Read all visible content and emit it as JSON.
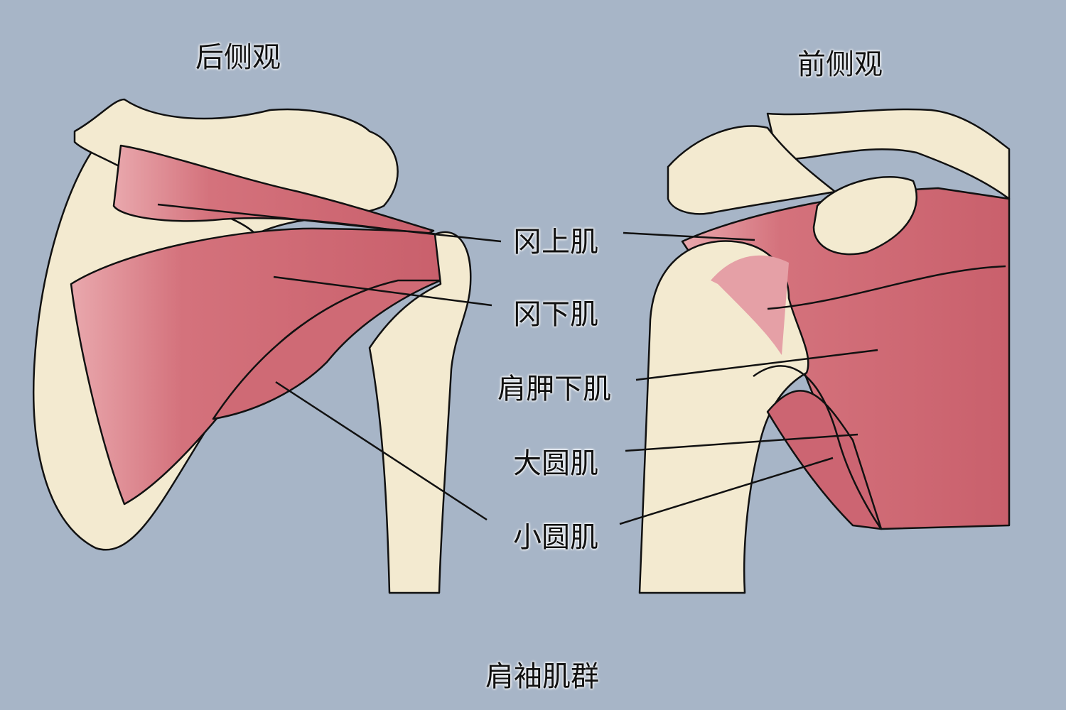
{
  "views": {
    "posterior": "后侧观",
    "anterior": "前侧观"
  },
  "labels": {
    "supraspinatus": "冈上肌",
    "infraspinatus": "冈下肌",
    "subscapularis": "肩胛下肌",
    "teres_major": "大圆肌",
    "teres_minor": "小圆肌"
  },
  "caption": "肩袖肌群",
  "colors": {
    "background": "#a7b5c7",
    "bone": "#f3ead0",
    "muscle": "#d4727c",
    "outline": "#111111"
  }
}
